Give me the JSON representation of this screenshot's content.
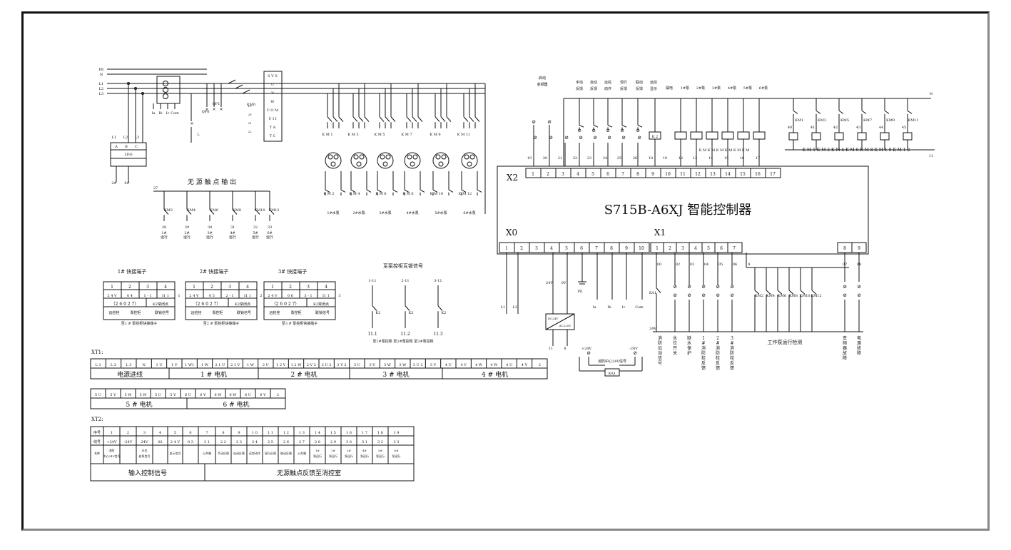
{
  "controller": {
    "title": "S715B-A6XJ 智能控制器",
    "port_x2": "X2",
    "port_x0": "X0",
    "port_x1": "X1",
    "x2_terms": [
      "1",
      "2",
      "3",
      "4",
      "5",
      "6",
      "7",
      "8",
      "9",
      "10",
      "11",
      "12",
      "13",
      "14",
      "15",
      "16",
      "17"
    ],
    "x0_terms": [
      "1",
      "2",
      "3",
      "4",
      "5",
      "6",
      "7",
      "8",
      "9",
      "10"
    ],
    "x1_terms": [
      "1",
      "2",
      "3",
      "4",
      "5",
      "6",
      "7",
      "8",
      "9"
    ]
  },
  "power": {
    "rails": [
      "PE",
      "N",
      "L1",
      "L2",
      "L3"
    ],
    "meter": [
      "Ia",
      "Ib",
      "Ic",
      "Com"
    ],
    "breaker": "QF1",
    "breaker2": "QF0",
    "km0": "KM0",
    "transformer": "LDG",
    "svs_box": [
      "S V S",
      "U",
      "V",
      "W",
      "C O M",
      "U I I",
      "T A",
      "T C"
    ]
  },
  "contact_out": {
    "title": "无 源 触 点 输 出",
    "wire": "27",
    "kms": [
      "KM2",
      "KM4",
      "KM6",
      "KM8",
      "KM10",
      "KM12"
    ],
    "wires": [
      "28",
      "29",
      "30",
      "31",
      "32",
      "33"
    ],
    "labels": [
      "1#运行",
      "2#运行",
      "3#运行",
      "4#运行",
      "5#运行",
      "6#运行"
    ]
  },
  "pumps": {
    "labels": [
      "1#水泵",
      "2#水泵",
      "3#水泵",
      "4#水泵",
      "5#水泵",
      "6#水泵"
    ]
  },
  "top_labels": {
    "a": "启动\n变频器",
    "b": "手动\n反馈",
    "c": "自动\n反馈",
    "d": "远控\n动作",
    "e": "现行\n反馈",
    "f": "联动\n反馈",
    "g": "远控\n显示",
    "h": "漏电",
    "p1": "1#泵",
    "p2": "2#泵",
    "p3": "3#泵",
    "p4": "4#泵",
    "p5": "5#泵",
    "p6": "6#泵",
    "n": "N",
    "wnums": [
      "19",
      "20",
      "21",
      "22",
      "23",
      "24",
      "25",
      "26",
      "18",
      "10",
      "12",
      "13",
      "14",
      "15",
      "16",
      "17"
    ],
    "coils": [
      "K 2",
      "K M 1",
      "K M 3",
      "K M 5",
      "K M 7",
      "K M 9",
      "K M 1 1"
    ],
    "kmtop": [
      "KM1",
      "KM3",
      "KM5",
      "KM7",
      "KM9",
      "KM11"
    ],
    "kmtopnum": [
      "40",
      "41",
      "42",
      "43",
      "44",
      "45"
    ],
    "kmbot": "K M 1  K M 2  K M 4  K M 6  K M 8  K M 1 0  K M 1 2"
  },
  "x1_bottom": {
    "nums": [
      "00",
      "02",
      "03",
      "04",
      "05",
      "06",
      "8"
    ],
    "ka": "KA1",
    "kms": [
      "KM2",
      "KM4",
      "KM6",
      "KM8",
      "KM10",
      "KM12"
    ],
    "rnums": [
      "07",
      "08"
    ],
    "labels": [
      "消防远动信号",
      "水位开关",
      "缺水保护",
      "1#消防栓反馈",
      "2#消防栓反馈",
      "3#消防栓反馈",
      "变频器故障",
      "电源故障"
    ],
    "work": "工作泵运行检测",
    "v24": "24V"
  },
  "x0_bottom": {
    "l1": "L1",
    "l2": "L2",
    "v24": "24V",
    "v0": "0V",
    "pe": "PE",
    "ia": "Ia",
    "ib": "Ib",
    "ic": "Ic",
    "com": "Com",
    "dc": "DC24V",
    "ac": "AC220V",
    "n11": "11",
    "n8": "8",
    "plus": "+24V",
    "minus": "-24V",
    "center": "消防中心24V信号",
    "ka": "KA1"
  },
  "quick": {
    "t1": "1# 快接端子",
    "t2": "2# 快接端子",
    "t3": "3# 快接端子",
    "h": [
      "1",
      "2",
      "3",
      "4"
    ],
    "r1": [
      "2 4 V",
      "0 4",
      "1 - 1",
      "I1 1"
    ],
    "r2": [
      "2 4 V",
      "0 5",
      "2 - 1",
      "I1 1"
    ],
    "r3": [
      "2 4 V",
      "0 6",
      "3 - 1",
      "I1 1"
    ],
    "s1": "（2 6 0 2 7）",
    "s1b": "K2常闭点",
    "s2b": "K2常闭点",
    "f1a": "远检栓",
    "f1b": "泵控柜",
    "f1c": "联锁信号",
    "n1": "至1 # 泵控柜快接端子",
    "n2": "至2 # 泵控柜快接端子",
    "n3": "至3 # 泵控柜快接端子",
    "side": [
      "1",
      "2",
      "3"
    ]
  },
  "fb": {
    "title": "至泵控柜互锁信号",
    "cols": [
      "1-11",
      "2-11",
      "3-11"
    ],
    "k": "K2",
    "bot": [
      "11.1",
      "11.2",
      "11.3"
    ],
    "note": "至1#泵控柜   至2#泵控柜   至3#泵控柜"
  },
  "xt1": {
    "title": "XT1:",
    "row1": [
      "L 1",
      "L 2",
      "L 3",
      "N",
      "1 U",
      "1 V",
      "1 W1",
      "1 W",
      "2 1 U",
      "2 1 V",
      "1 W",
      "2 U",
      "1 2 V",
      "1 2 W",
      "2 V 2",
      "2 U 2",
      "2 V 2",
      "3 U",
      "3 V",
      "3 W",
      "3 W",
      "3 U 2",
      "3 V",
      "4 U",
      "4 V",
      "4 W",
      "4 W",
      "4 U",
      "4 V",
      "2"
    ],
    "g1": [
      "电源进线",
      "1 # 电机",
      "2 # 电机",
      "3 # 电机",
      "4 # 电机"
    ],
    "row2": [
      "5 U",
      "5 V",
      "5 W",
      "5 W",
      "5 U",
      "5 V",
      "6 U",
      "6 V",
      "6 W",
      "6 W",
      "6 U",
      "6 V",
      "2"
    ],
    "g2": [
      "5 # 电机",
      "6 # 电机"
    ]
  },
  "xt2": {
    "title": "XT2:",
    "r0": [
      "序号",
      "1",
      "2",
      "3",
      "4",
      "5",
      "6",
      "7",
      "8",
      "9",
      "1 0",
      "1 1",
      "1 2",
      "1 3",
      "1 4",
      "1 5",
      "1 6",
      "1 7",
      "1 8",
      "1 9"
    ],
    "r1": [
      "线号",
      "+24V",
      "-24V",
      "24V",
      "02",
      "2 4 V",
      "0 3",
      "2 1",
      "2 2",
      "2 3",
      "2 4",
      "2 5",
      "2 6",
      "2 7",
      "2 8",
      "2 9",
      "3 0",
      "3 1",
      "3 2",
      "3 3"
    ],
    "r2": [
      "名称",
      "消防中心24V信号",
      "",
      "水位启泵信号",
      "",
      "显示信号",
      "",
      "公共端",
      "手动反馈",
      "自动反馈",
      "远控动作",
      "现行反馈",
      "联动反馈",
      "公共端",
      "1#泵运行",
      "2#泵运行",
      "3#泵运行",
      "4#泵运行",
      "5#泵运行",
      "6#泵运行"
    ],
    "g": [
      "输入控制信号",
      "无源触点反馈至消控室"
    ]
  }
}
